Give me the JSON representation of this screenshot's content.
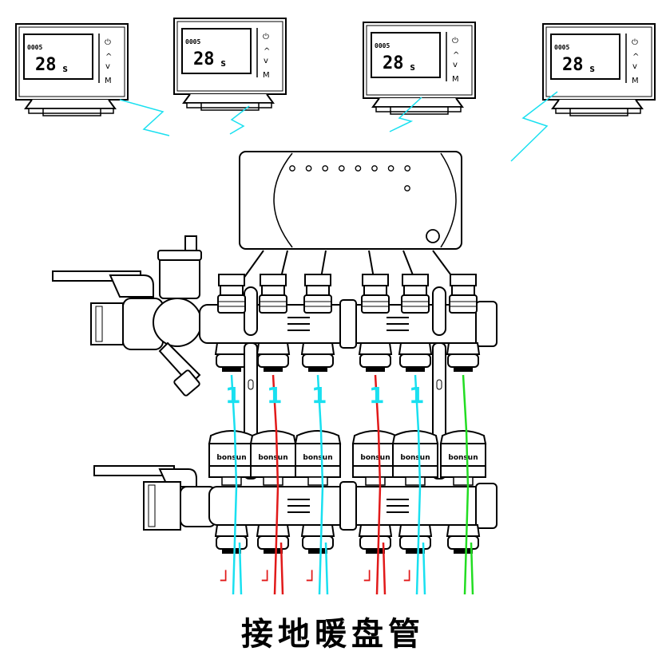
{
  "caption": "接地暖盘管",
  "thermostats": [
    {
      "clock": "0005",
      "temp": "28",
      "unit": "s",
      "mode_key": "M"
    },
    {
      "clock": "0005",
      "temp": "28",
      "unit": "s",
      "mode_key": "M"
    },
    {
      "clock": "0005",
      "temp": "28",
      "unit": "s",
      "mode_key": "M"
    },
    {
      "clock": "0005",
      "temp": "28",
      "unit": "s",
      "mode_key": "M"
    }
  ],
  "controller": {
    "indicator_leds": 8
  },
  "actuator_brand": "bonsun",
  "supply_loops": [
    {
      "color": "#19e0f0",
      "flow_mark": "1"
    },
    {
      "color": "#e11919",
      "flow_mark": "1"
    },
    {
      "color": "#19e0f0",
      "flow_mark": "1"
    },
    {
      "color": "#e11919",
      "flow_mark": "1"
    },
    {
      "color": "#19e0f0",
      "flow_mark": "1"
    },
    {
      "color": "#22dd22",
      "flow_mark": ""
    }
  ],
  "return_marks": [
    "┘",
    "┘",
    "┘",
    "┘",
    "┘"
  ],
  "colors": {
    "wireless": "#19e0f0",
    "red": "#e11919",
    "green": "#22dd22",
    "cyan": "#19e0f0"
  }
}
